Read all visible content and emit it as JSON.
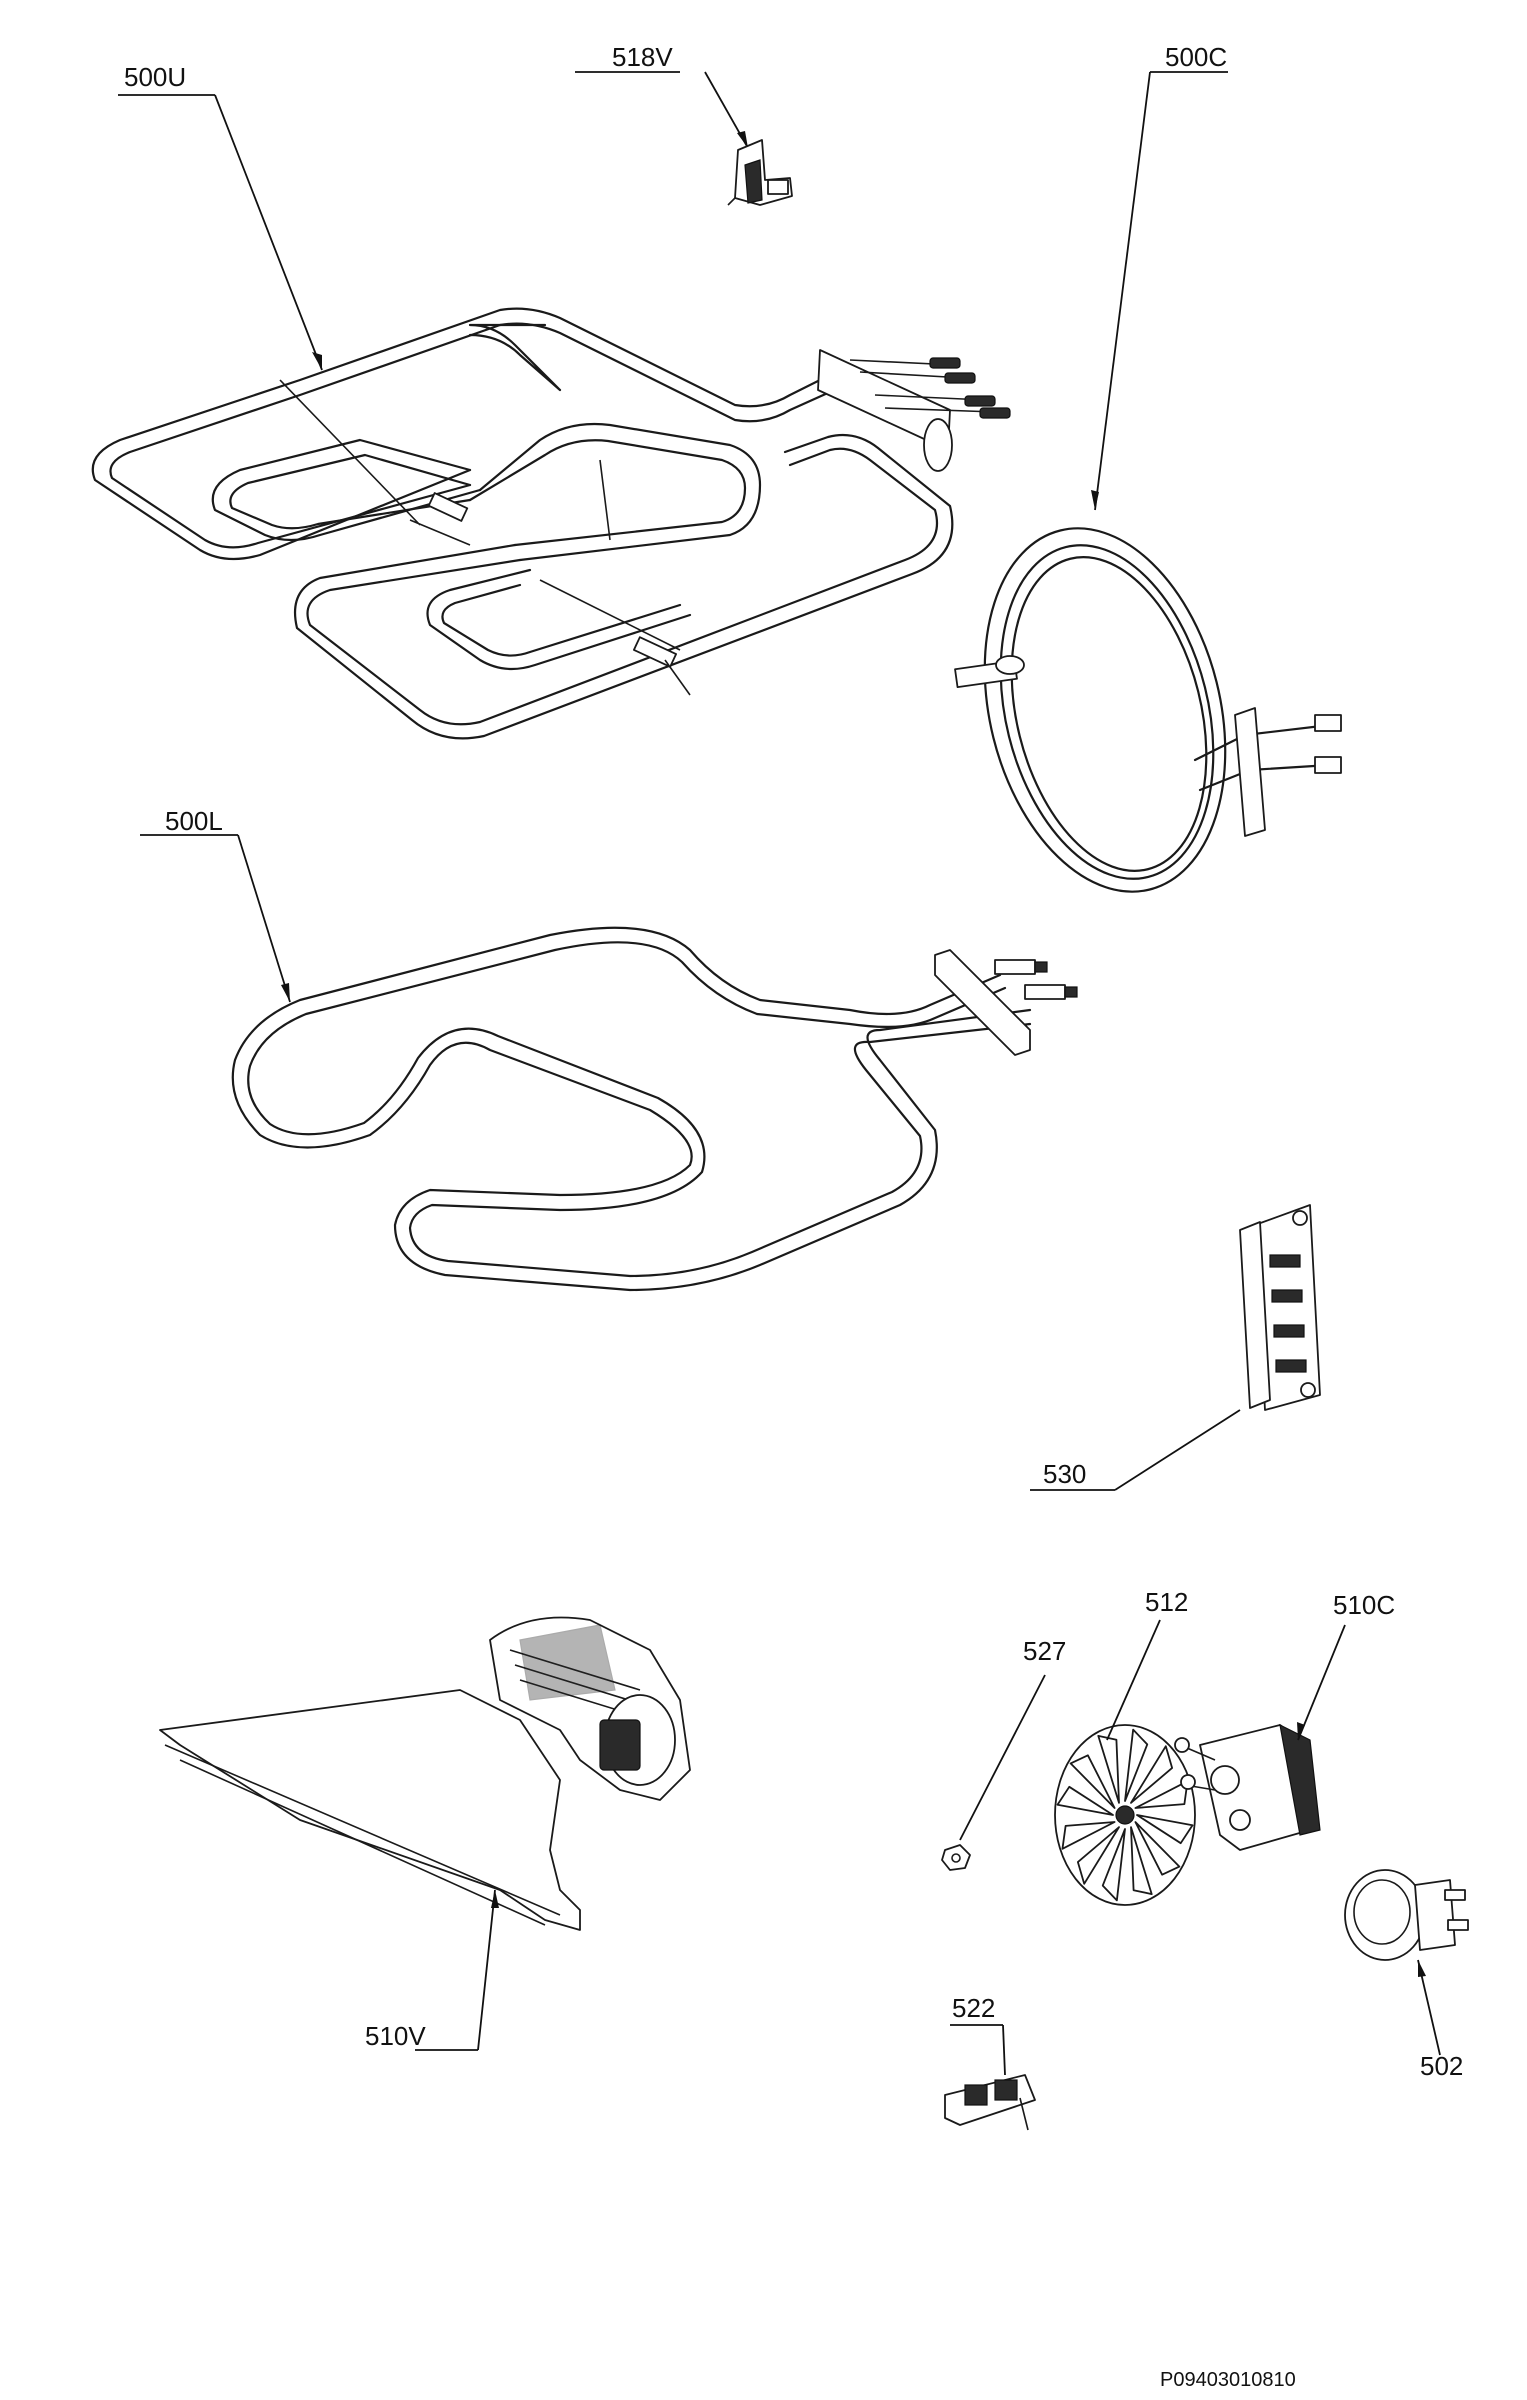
{
  "labels": {
    "p500U": "500U",
    "p518V": "518V",
    "p500C": "500C",
    "p500L": "500L",
    "p530": "530",
    "p512": "512",
    "p510C": "510C",
    "p527": "527",
    "p510V": "510V",
    "p522": "522",
    "p502": "502"
  },
  "footer": {
    "reference": "P09403010810"
  },
  "colors": {
    "line": "#1a1a1a",
    "background": "#ffffff"
  }
}
